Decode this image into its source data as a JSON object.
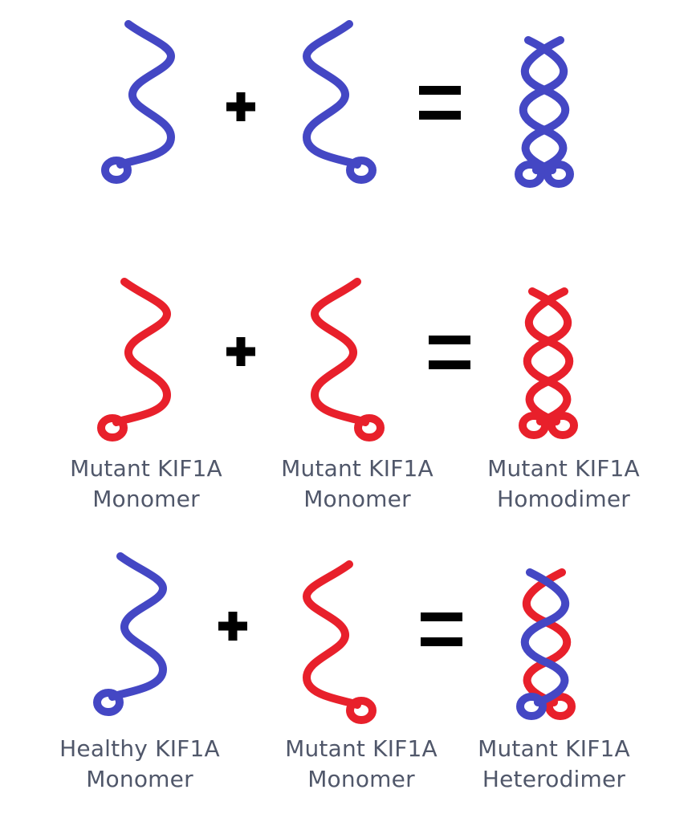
{
  "colors": {
    "healthy": "#4447c4",
    "mutant": "#e8202b",
    "operator": "#000000",
    "label_text": "#50576a"
  },
  "rows": [
    {
      "operator_plus": "+",
      "operator_equals": "=",
      "left": {
        "type": "monomer",
        "color": "healthy"
      },
      "middle": {
        "type": "monomer",
        "color": "healthy"
      },
      "result": {
        "type": "dimer",
        "colors": [
          "healthy",
          "healthy"
        ]
      },
      "labels": []
    },
    {
      "operator_plus": "+",
      "operator_equals": "=",
      "left": {
        "type": "monomer",
        "color": "mutant"
      },
      "middle": {
        "type": "monomer",
        "color": "mutant"
      },
      "result": {
        "type": "dimer",
        "colors": [
          "mutant",
          "mutant"
        ]
      },
      "labels": [
        {
          "line1": "Mutant KIF1A",
          "line2": "Monomer"
        },
        {
          "line1": "Mutant KIF1A",
          "line2": "Monomer"
        },
        {
          "line1": "Mutant KIF1A",
          "line2": "Homodimer"
        }
      ]
    },
    {
      "operator_plus": "+",
      "operator_equals": "=",
      "left": {
        "type": "monomer",
        "color": "healthy"
      },
      "middle": {
        "type": "monomer",
        "color": "mutant"
      },
      "result": {
        "type": "dimer",
        "colors": [
          "mutant",
          "healthy"
        ]
      },
      "labels": [
        {
          "line1": "Healthy KIF1A",
          "line2": "Monomer"
        },
        {
          "line1": "Mutant KIF1A",
          "line2": "Monomer"
        },
        {
          "line1": "Mutant KIF1A",
          "line2": "Heterodimer"
        }
      ]
    }
  ]
}
